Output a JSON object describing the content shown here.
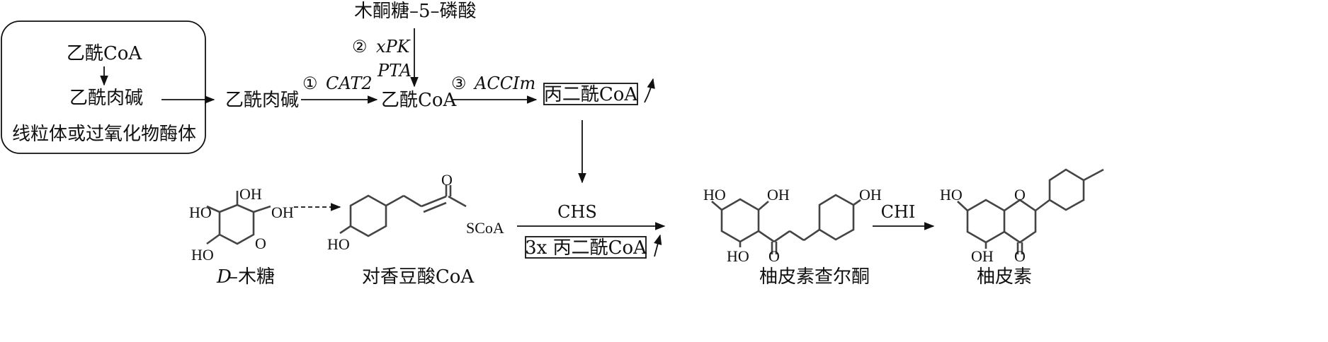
{
  "compartment": {
    "label": "线粒体或过氧化物酶体",
    "top": "乙酰CoA",
    "bottom": "乙酰肉碱"
  },
  "upper_path": {
    "acetylcarnitine": "乙酰肉碱",
    "step1_number": "①",
    "step1_enzyme": "CAT2",
    "acetyl_coa": "乙酰CoA",
    "xylulose_5p": "木酮糖–5–磷酸",
    "step2_number": "②",
    "step2_enzyme1": "xPK",
    "step2_enzyme2": "PTA",
    "step3_number": "③",
    "step3_enzyme": "ACCIm",
    "malonyl_coa": "丙二酰CoA"
  },
  "lower_path": {
    "xylose": {
      "prefix": "D",
      "name": "–木糖",
      "atoms": [
        "OH",
        "HO",
        "OH",
        "O",
        "HO"
      ]
    },
    "coumaroyl": {
      "name": "对香豆酸CoA",
      "atoms": [
        "O",
        "SCoA",
        "HO"
      ]
    },
    "chs_enzyme": "CHS",
    "chs_cofactor": "3x 丙二酰CoA",
    "chalcone": {
      "name": "柚皮素查尔酮",
      "atoms": [
        "HO",
        "OH",
        "OH",
        "HO",
        "O"
      ]
    },
    "chi_enzyme": "CHI",
    "naringenin": {
      "name": "柚皮素",
      "atoms": [
        "HO",
        "O",
        "OH",
        "O"
      ]
    }
  }
}
